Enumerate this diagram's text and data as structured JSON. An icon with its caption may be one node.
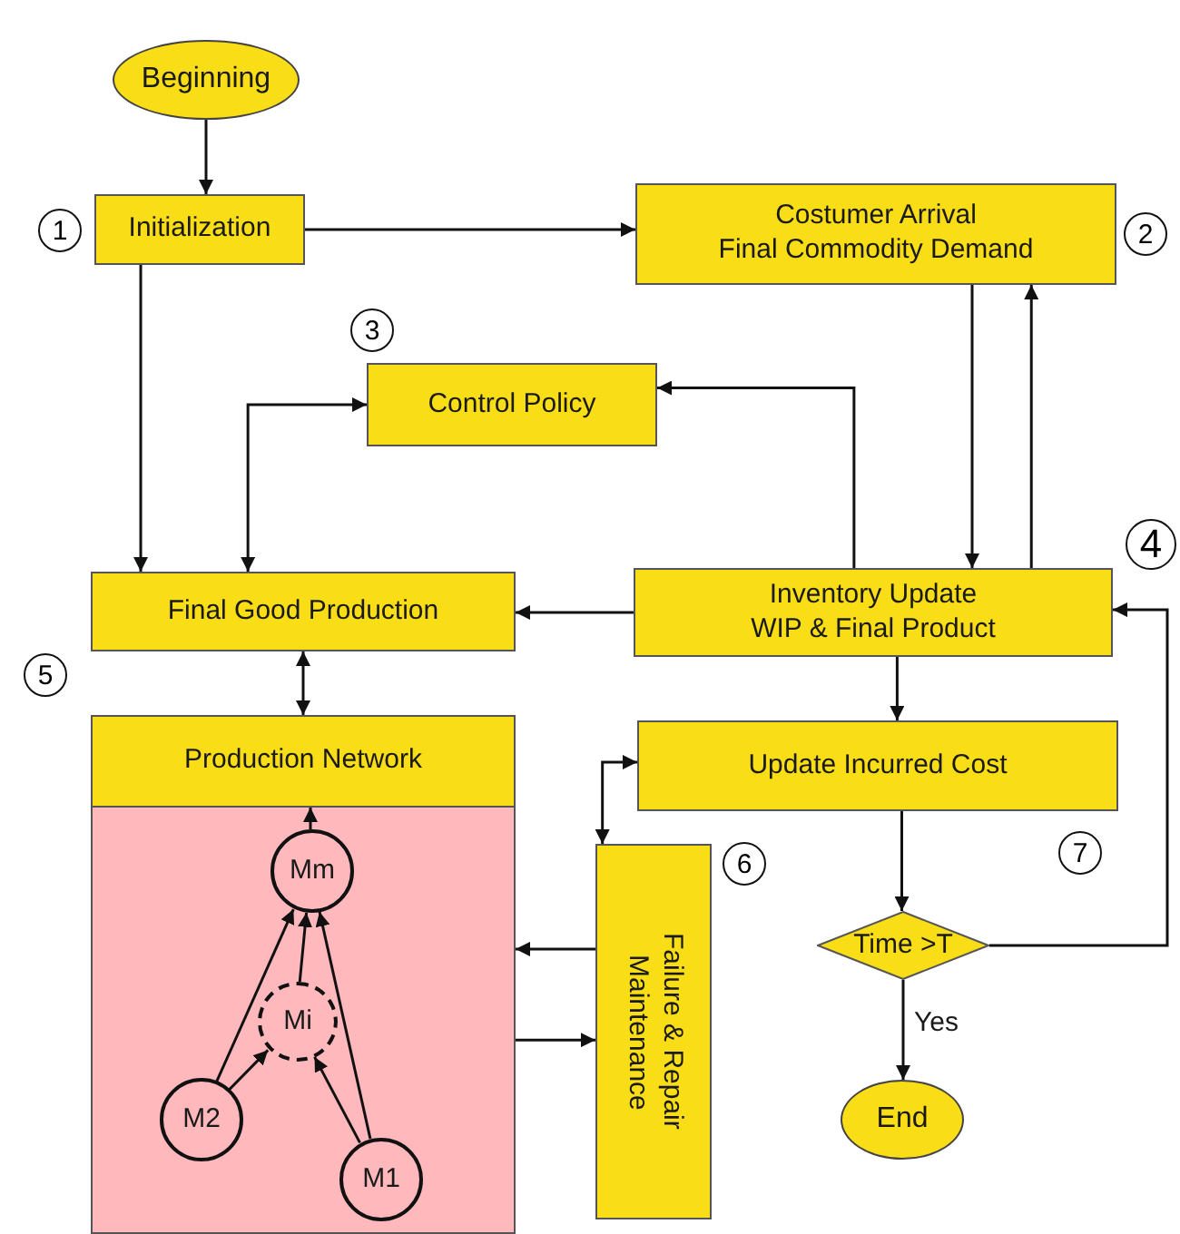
{
  "diagram": {
    "nodes": [
      {
        "text": [
          "Beginning"
        ]
      },
      {
        "text": [
          "Initialization"
        ]
      },
      {
        "text": [
          "Costumer Arrival",
          "Final Commodity Demand"
        ]
      },
      {
        "text": [
          "Control Policy"
        ]
      },
      {
        "text": [
          "Final Good Production"
        ]
      },
      {
        "text": [
          "Inventory Update",
          "WIP & Final Product"
        ]
      },
      {
        "text": [
          "Production Network"
        ]
      },
      {
        "text": [],
        "shape": "box"
      },
      {
        "text": [
          "Mm"
        ],
        "in": 7
      },
      {
        "text": [
          "Mi"
        ],
        "in": 7
      },
      {
        "text": [
          "M2"
        ],
        "in": 7
      },
      {
        "text": [
          "M1"
        ],
        "in": 7
      },
      {
        "text": [
          "Update Incurred Cost"
        ]
      },
      {
        "text": [
          "Failure & Repair Maintenance"
        ]
      },
      {
        "text": [
          "Time >T"
        ]
      },
      {
        "text": [
          "End"
        ]
      }
    ],
    "edges": [
      {
        "from": 0,
        "to": 1,
        "arrow": "to"
      },
      {
        "from": 1,
        "to": 2,
        "arrow": "to"
      },
      {
        "from": 1,
        "to": 4,
        "arrow": "to"
      },
      {
        "from": 4,
        "to": 3,
        "arrow": "both"
      },
      {
        "from": 5,
        "to": 3,
        "arrow": "to"
      },
      {
        "from": 2,
        "to": 5,
        "arrow": "to"
      },
      {
        "from": 5,
        "to": 2,
        "arrow": "to"
      },
      {
        "from": 5,
        "to": 4,
        "arrow": "to"
      },
      {
        "from": 4,
        "to": 6,
        "arrow": "both"
      },
      {
        "from": 5,
        "to": 12,
        "arrow": "to"
      },
      {
        "from": 12,
        "to": 13,
        "arrow": "both"
      },
      {
        "from": 13,
        "to": 7,
        "arrow": "to"
      },
      {
        "from": 7,
        "to": 13,
        "arrow": "to"
      },
      {
        "from": 12,
        "to": 14,
        "arrow": "to"
      },
      {
        "from": 14,
        "to": 5,
        "arrow": "to"
      },
      {
        "from": 14,
        "to": 15,
        "label": "Yes",
        "arrow": "to"
      },
      {
        "from": 8,
        "to": 6,
        "arrow": "to"
      },
      {
        "from": 10,
        "to": 8,
        "arrow": "to"
      },
      {
        "from": 11,
        "to": 8,
        "arrow": "to"
      },
      {
        "from": 10,
        "to": 9,
        "arrow": "to"
      },
      {
        "from": 11,
        "to": 9,
        "arrow": "to"
      },
      {
        "from": 9,
        "to": 8,
        "arrow": "to"
      }
    ],
    "labels": [
      "1",
      "2",
      "3",
      "4",
      "5",
      "6",
      "7"
    ]
  }
}
